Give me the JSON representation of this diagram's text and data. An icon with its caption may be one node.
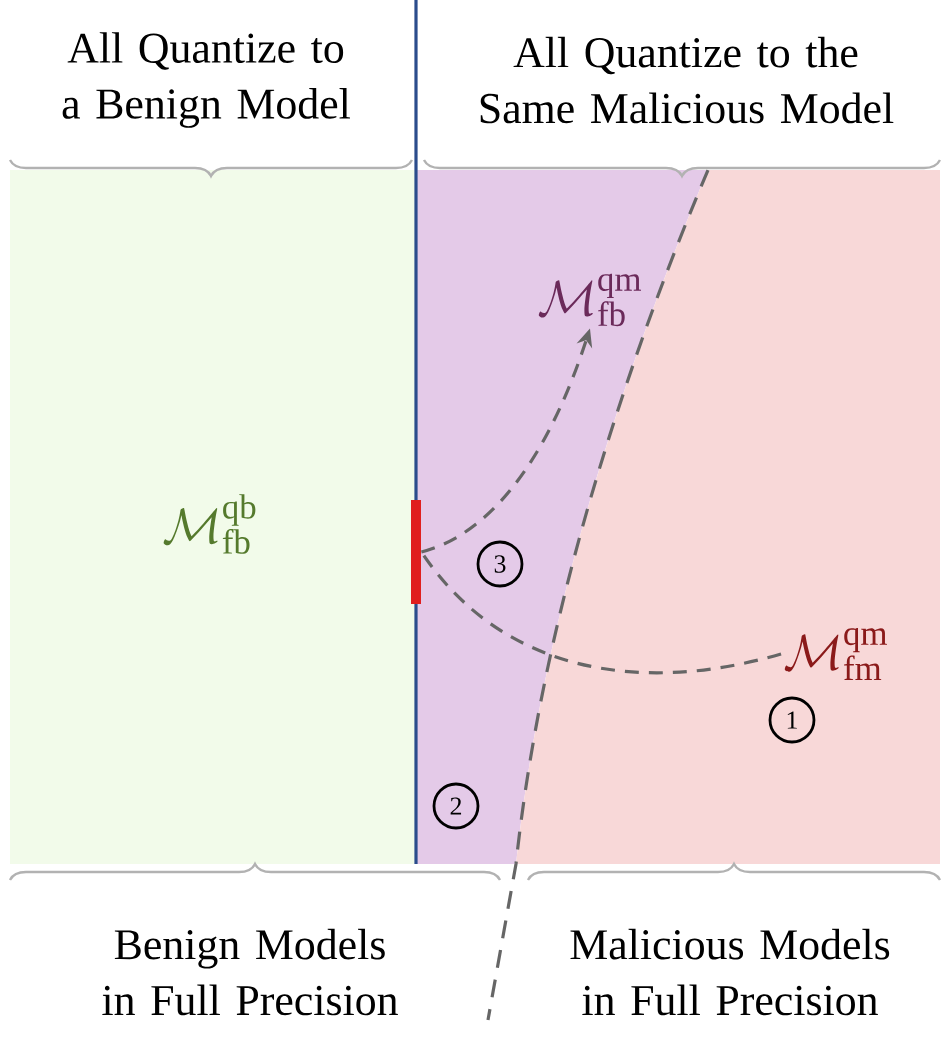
{
  "diagram": {
    "nodes": [
      {
        "text": [],
        "shape": "box"
      },
      {
        "text": [
          "\\mathcal{M}_{\\mathrm{fb}}^{\\mathrm{qb}}"
        ],
        "in": 0
      },
      {
        "text": [],
        "shape": "box"
      },
      {
        "text": [
          "\\mathcal{M}_{\\mathrm{fb}}^{\\mathrm{qm}}"
        ],
        "in": 2
      },
      {
        "text": [
          "3"
        ],
        "in": 2
      },
      {
        "text": [],
        "shape": "bar"
      },
      {
        "text": [
          "2"
        ],
        "in": 2
      },
      {
        "text": [],
        "shape": "box"
      },
      {
        "text": [
          "\\mathcal{M}_{\\mathrm{fm}}^{\\mathrm{qm}}"
        ],
        "in": 7
      },
      {
        "text": [
          "1"
        ],
        "in": 7
      }
    ],
    "edges": [
      {
        "from": 8,
        "to": 5,
        "arrow": "none",
        "style": "dashed"
      },
      {
        "from": 5,
        "to": 3,
        "arrow": "to",
        "style": "dashed"
      }
    ],
    "labels": [
      "All Quantize to a Benign Model",
      "All Quantize to the Same Malicious Model",
      "Benign Models in Full Precision",
      "Malicious Models in Full Precision"
    ]
  }
}
